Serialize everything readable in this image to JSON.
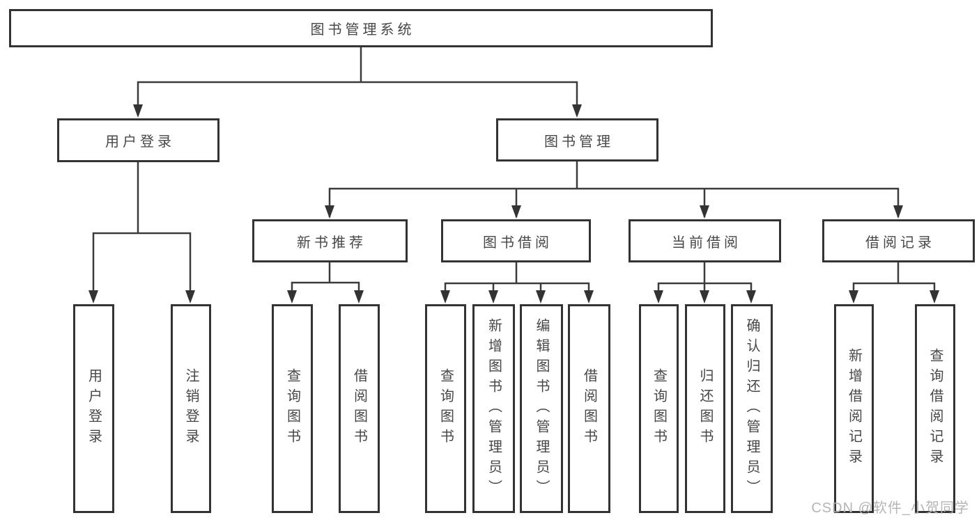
{
  "diagram": {
    "title": "图书管理系统",
    "nodes": {
      "root": "图书管理系统",
      "user_login": "用户登录",
      "book_management": "图书管理",
      "new_book_recommend": "新书推荐",
      "book_borrow": "图书借阅",
      "current_borrow": "当前借阅",
      "borrow_record": "借阅记录"
    },
    "leaves": [
      {
        "label": "用户登录",
        "parent": "用户登录"
      },
      {
        "label": "注销登录",
        "parent": "用户登录"
      },
      {
        "label": "查询图书",
        "parent": "新书推荐"
      },
      {
        "label": "借阅图书",
        "parent": "新书推荐"
      },
      {
        "label": "查询图书",
        "parent": "图书借阅"
      },
      {
        "label": "新增图书（管理员）",
        "parent": "图书借阅"
      },
      {
        "label": "编辑图书（管理员）",
        "parent": "图书借阅"
      },
      {
        "label": "借阅图书",
        "parent": "图书借阅"
      },
      {
        "label": "查询图书",
        "parent": "当前借阅"
      },
      {
        "label": "归还图书",
        "parent": "当前借阅"
      },
      {
        "label": "确认归还（管理员）",
        "parent": "当前借阅"
      },
      {
        "label": "新增借阅记录",
        "parent": "借阅记录"
      },
      {
        "label": "查询借阅记录",
        "parent": "借阅记录"
      }
    ]
  },
  "watermark": {
    "text": "CSDN @软件_小贺同学"
  },
  "colors": {
    "background": "#ffffff",
    "line": "#3b3b3b",
    "box_border": "#333333",
    "text": "#474747",
    "watermark": "#b5b5b5"
  }
}
